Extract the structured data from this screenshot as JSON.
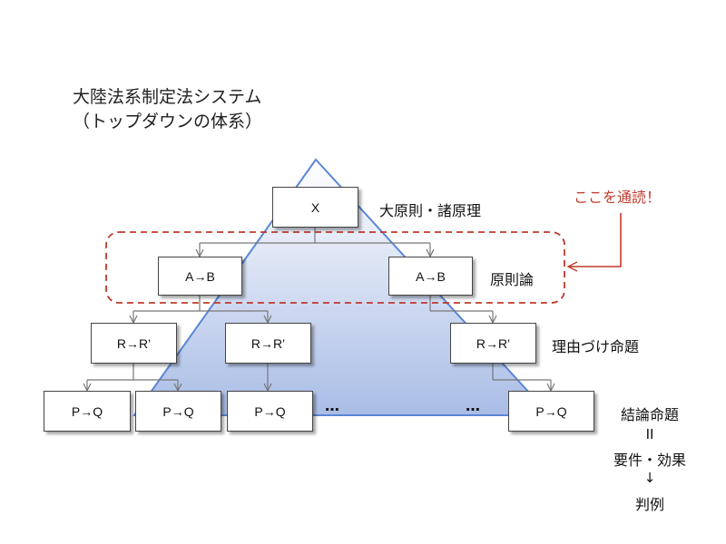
{
  "title": {
    "line1": "大陸法系制定法システム",
    "line2": "（トップダウンの体系）"
  },
  "nodes": {
    "top": "X",
    "principle_left": "A→B",
    "principle_right": "A→B",
    "reason_1": "R→R’",
    "reason_2": "R→R’",
    "reason_3": "R→R’",
    "conclusion_1": "P→Q",
    "conclusion_2": "P→Q",
    "conclusion_3": "P→Q",
    "conclusion_4": "P→Q"
  },
  "ellipsis": "…",
  "levels": {
    "top": "大原則・諸原理",
    "principle": "原則論",
    "reason": "理由づけ命題",
    "conclusion": "結論命題"
  },
  "callout": "ここを通読！",
  "chain": {
    "equals": "II",
    "requirement": "要件・効果",
    "arrow": "↓",
    "precedent": "判例"
  },
  "colors": {
    "pyramid_top": "#ffffff",
    "pyramid_bottom": "#a9bde6",
    "pyramid_border": "#5b86d6",
    "dashed_frame": "#c0392b",
    "connector": "#777777"
  }
}
